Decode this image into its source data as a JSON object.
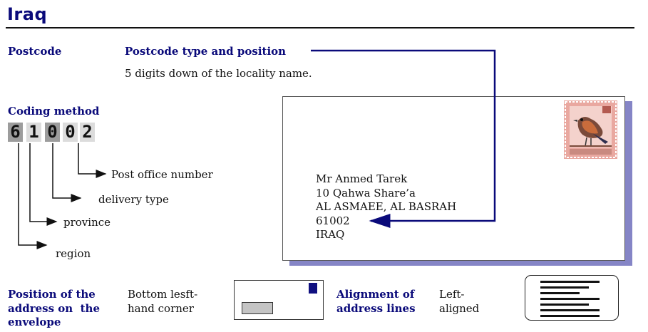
{
  "page": {
    "title": "Iraq"
  },
  "postcode": {
    "heading": "Postcode",
    "type_heading": "Postcode type and position",
    "type_description": "5 digits down of the locality name."
  },
  "coding": {
    "heading": "Coding method",
    "digits": [
      "6",
      "1",
      "0",
      "0",
      "2"
    ],
    "labels": {
      "post_office": "Post office number",
      "delivery_type": "delivery type",
      "province": "province",
      "region": "region"
    }
  },
  "envelope": {
    "address_lines": [
      "Mr Anmed Tarek",
      "10 Qahwa Share’a",
      "AL ASMAEE, AL BASRAH",
      "61002",
      "IRAQ"
    ],
    "stamp_icon": "bird-stamp-icon",
    "shadow_color": "#8585c6"
  },
  "position": {
    "heading_lines": [
      "Position of the",
      "address on  the",
      "envelope"
    ],
    "value_lines": [
      "Bottom lesft-",
      "hand corner"
    ]
  },
  "alignment": {
    "heading_lines": [
      "Alignment of",
      "address lines"
    ],
    "value_lines": [
      "Left-",
      "aligned"
    ]
  },
  "colors": {
    "heading": "#0a0a7a",
    "pointer_line": "#0a0a7a",
    "digit_dark": "#9c9c9c",
    "digit_light": "#dcdcdc"
  }
}
